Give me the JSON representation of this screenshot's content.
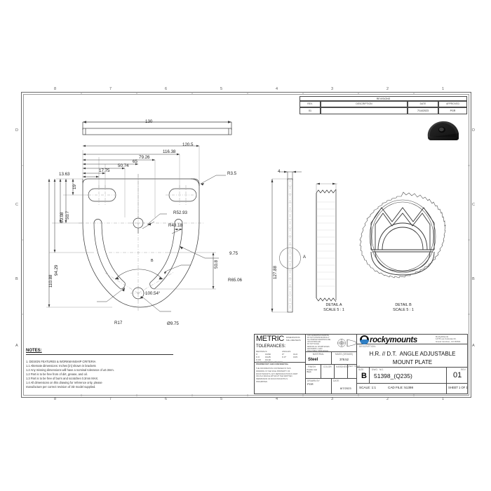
{
  "sheet": {
    "zones_top": [
      "8",
      "7",
      "6",
      "5",
      "4",
      "3",
      "2",
      "1"
    ],
    "zones_left": [
      "D",
      "C",
      "B",
      "A"
    ]
  },
  "revisions": {
    "title": "REVISIONS",
    "headers": [
      "REV.",
      "DESCRIPTION",
      "DATE",
      "APPROVED"
    ],
    "rows": [
      {
        "rev": "01",
        "description": "",
        "date": "7/14/2023",
        "approved": "PGR"
      }
    ]
  },
  "main_view": {
    "dimensions_top": [
      "130",
      "120.5",
      "116.38",
      "79.26",
      "65",
      "50.74",
      "17.75",
      "13.63"
    ],
    "dimensions_left": [
      "19",
      "50.7",
      "60.08",
      "94.29",
      "110.88"
    ],
    "dimensions_inner": [
      "50.8"
    ],
    "radii": [
      "R3.5",
      "R52.93",
      "R43.18",
      "R65.06",
      "R17"
    ],
    "diameters": [
      "Ø9.75"
    ],
    "widths": [
      "9.75"
    ],
    "angles": [
      "100.54°"
    ],
    "section_marks": [
      "B"
    ]
  },
  "side_view": {
    "thickness": "4",
    "height": "127.88",
    "detail_marker": "A"
  },
  "detail_a": {
    "title": "DETAIL A",
    "scale": "SCALE 5 : 1"
  },
  "detail_b": {
    "title": "DETAIL B",
    "scale": "SCALE 5 : 1"
  },
  "notes": {
    "heading": "NOTES:",
    "lines": [
      "1.    DESIGN FEATURES & WORKMANSHIP CRITERIA",
      "1.1   Alternate dimensions: Inches [in] shown in brackets",
      "1.2   Any missing dimensions will have a nominal tolerance of ±0.3mm.",
      "1.2   Part is to be free from of dirt, grease, and oil.",
      "1.3   Part is to be free of burrs and scratches 0.3mm MAX.",
      "1.4   All dimensions on this drawing for reference only, please",
      "        manufacture per correct revision of 3D model supplied."
    ]
  },
  "title_block": {
    "metric": {
      "word": "METRIC",
      "sub_line1": "DIMENSIONS",
      "sub_line2": "MILLIMETERS"
    },
    "tolerances": {
      "heading": "TOLERANCES:",
      "decimals_label": "DECIMALS:",
      "angles_label": "ANGLES:",
      "decimals": [
        {
          "key": "X",
          "val": "±0.50"
        },
        {
          "key": "X.X",
          "val": "±0.25"
        },
        {
          "key": "X.XX",
          "val": "±0.10"
        }
      ],
      "angles": [
        {
          "key": "X°",
          "val": "±1.0"
        },
        {
          "key": "X.X°",
          "val": "±0.5"
        }
      ],
      "footer": "UNLESS OTHERWISE SPECIFIED"
    },
    "proprietary": {
      "heading": "PROPRIETARY AND CONFIDENTIAL",
      "body": "THE INFORMATION CONTAINED IN THIS DRAWING IS THE SOLE PROPERTY OF ROCKYMOUNTS.  ANY REPRODUCTION IN PART OR AS A WHOLE WITHOUT THE WRITTEN PERMISSION OF ROCKYMOUNTS IS PROHIBITED."
    },
    "cad_note": "CAD GENERATED DRAWING\nDO NOT UPDATE MANUALLY\nALL PRINTED DRAWINGS ARE\nUNCONTROLLED\nDO NOT SCALE\nREMOVE ALL SHARP EDGES\nAND BURRS .2 MAX\nHOLE TABLE THIRD ANGLE",
    "fields": [
      {
        "caption": "MATERIAL",
        "value": "Steel"
      },
      {
        "caption": "MASS (GRAMS)",
        "value": "378.52"
      },
      {
        "caption": "FINISH",
        "value": "Powder coat Black"
      },
      {
        "caption": "COLOR",
        "value": ""
      },
      {
        "caption": "HARDNESS",
        "value": ""
      },
      {
        "caption": "HEAT TREAT",
        "value": ""
      },
      {
        "caption": "DRAWN BY",
        "value": "PGR"
      },
      {
        "caption": "DATE",
        "value": "8/7/2023"
      }
    ],
    "company": {
      "name": "rockymounts",
      "address_line1": "RockyMounts",
      "address_line2": "1475 Las Colonias Dr.",
      "address_line3": "Grand Junction, CO 81501"
    },
    "description_caption": "DESCRIPTION:",
    "description_line1": "H.R. // D.T.  ANGLE ADJUSTABLE",
    "description_line2": "MOUNT PLATE",
    "size_caption": "SIZE",
    "size_value": "B",
    "dwg_caption": "DWG.  NO.",
    "dwg_value": "51398_(Q235)",
    "rev_caption": "REV",
    "rev_value": "01",
    "scale_text": "SCALE: 1:1",
    "cadfile_text": "CAD FILE: 51398",
    "sheet_text": "SHEET 1 OF 1"
  },
  "colors": {
    "line": "#3a3a3a",
    "frame": "#6a6a6a",
    "brand_blue": "#2f7fc4",
    "text": "#1a1a1a"
  }
}
